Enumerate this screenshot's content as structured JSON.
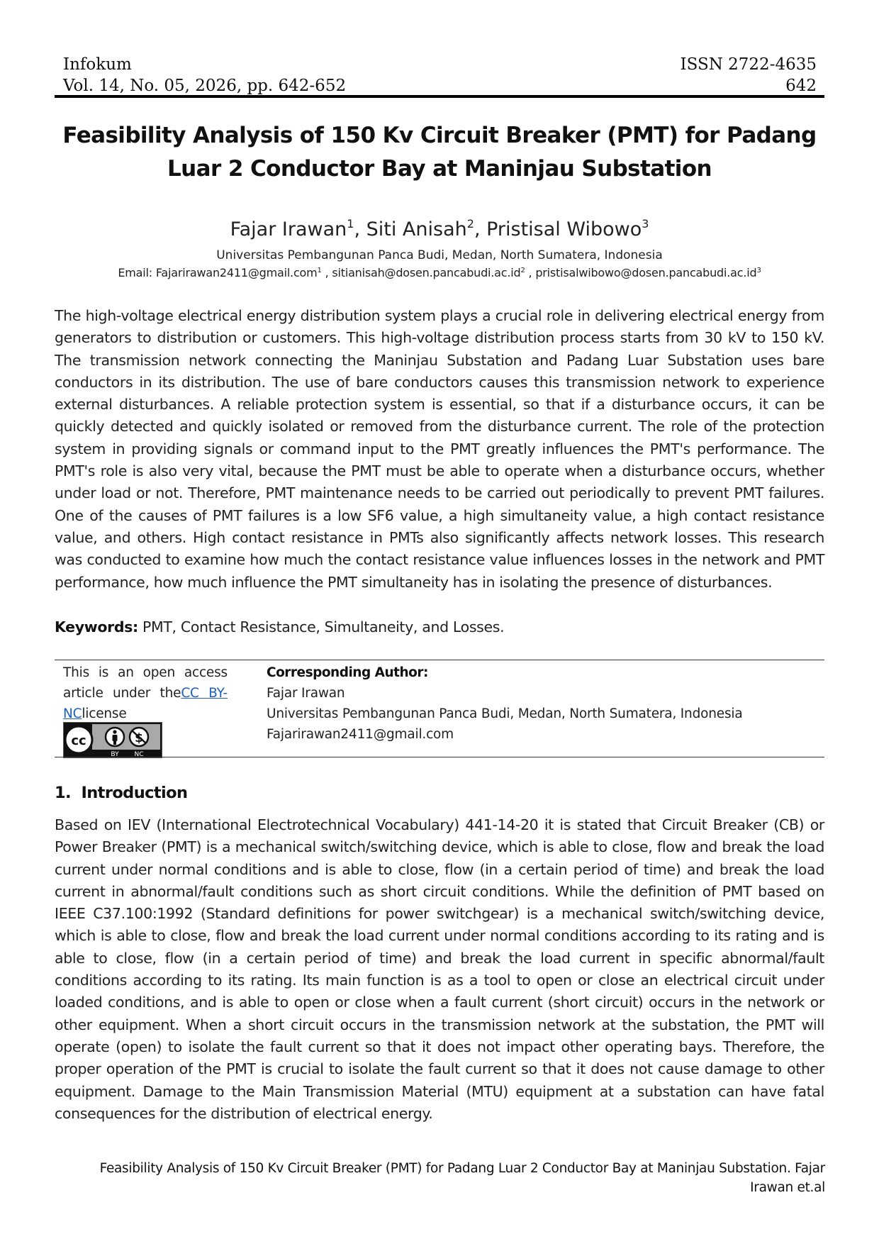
{
  "header": {
    "journal": "Infokum",
    "volume": "Vol. 14, No. 05, 2026, pp. 642-652",
    "issn": "ISSN 2722-4635",
    "page_number": "642"
  },
  "title": "Feasibility Analysis of 150 Kv Circuit Breaker (PMT) for Padang Luar 2 Conductor Bay at Maninjau Substation",
  "authors": [
    {
      "name": "Fajar Irawan",
      "sup": "1"
    },
    {
      "name": "Siti Anisah",
      "sup": "2"
    },
    {
      "name": "Pristisal Wibowo",
      "sup": "3"
    }
  ],
  "affiliation": "Universitas Pembangunan Panca Budi, Medan, North Sumatera, Indonesia",
  "emails": {
    "label": "Email:",
    "items": [
      {
        "address": "Fajarirawan2411@gmail.com",
        "sup": "1"
      },
      {
        "address": "sitianisah@dosen.pancabudi.ac.id",
        "sup": "2"
      },
      {
        "address": "pristisalwibowo@dosen.pancabudi.ac.id",
        "sup": "3"
      }
    ]
  },
  "abstract": "The high-voltage electrical energy distribution system plays a crucial role in delivering electrical energy from generators to distribution or customers. This high-voltage distribution process starts from 30 kV to 150 kV. The transmission network connecting the Maninjau Substation and Padang Luar Substation uses bare conductors in its distribution. The use of bare conductors causes this transmission network to experience external disturbances. A reliable protection system is essential, so that if a disturbance occurs, it can be quickly detected and quickly isolated or removed from the disturbance current. The role of the protection system in providing signals or command input to the PMT greatly influences the PMT's performance. The PMT's role is also very vital, because the PMT must be able to operate when a disturbance occurs, whether under load or not. Therefore, PMT maintenance needs to be carried out periodically to prevent PMT failures. One of the causes of PMT failures is a low SF6 value, a high simultaneity value, a high contact resistance value, and others. High contact resistance in PMTs also significantly affects network losses. This research was conducted to examine how much the contact resistance value influences losses in the network and PMT performance, how much influence the PMT simultaneity has in isolating the presence of disturbances.",
  "keywords": {
    "label": "Keywords:",
    "text": "PMT, Contact Resistance, Simultaneity, and Losses."
  },
  "license": {
    "prefix": "This is an open access article under the",
    "link": "CC BY-NC",
    "suffix": "license",
    "badge": {
      "cc": "cc",
      "by": "BY",
      "nc": "NC"
    }
  },
  "corresponding": {
    "label": "Corresponding Author:",
    "name": "Fajar Irawan",
    "affiliation": "Universitas Pembangunan Panca Budi, Medan, North Sumatera, Indonesia",
    "email": "Fajarirawan2411@gmail.com"
  },
  "introduction": {
    "number": "1.",
    "heading": "Introduction",
    "body": "Based on IEV (International Electrotechnical Vocabulary) 441-14-20 it is stated that Circuit Breaker (CB) or Power Breaker (PMT) is a mechanical switch/switching device, which is able to close, flow and break the load current under normal conditions and is able to close, flow (in a certain period of time) and break the load current in abnormal/fault conditions such as short circuit conditions. While the definition of PMT based on IEEE C37.100:1992 (Standard definitions for power switchgear) is a mechanical switch/switching device, which is able to close, flow and break the load current under normal conditions according to its rating and is able to close, flow (in a certain period of time) and break the load current in specific abnormal/fault conditions according to its rating. Its main function is as a tool to open or close an electrical circuit under loaded conditions, and is able to open or close when a fault current (short circuit) occurs in the network or other equipment. When a short circuit occurs in the transmission network at the substation, the PMT will operate (open) to isolate the fault current so that it does not impact other operating bays. Therefore, the proper operation of the PMT is crucial to isolate the fault current so that it does not cause damage to other equipment. Damage to the Main Transmission Material (MTU) equipment at a substation can have fatal consequences for the distribution of electrical energy."
  },
  "footer": {
    "line1": "Feasibility Analysis of 150 Kv Circuit Breaker (PMT) for Padang Luar 2 Conductor Bay at Maninjau Substation. Fajar",
    "line2": "Irawan et.al"
  }
}
